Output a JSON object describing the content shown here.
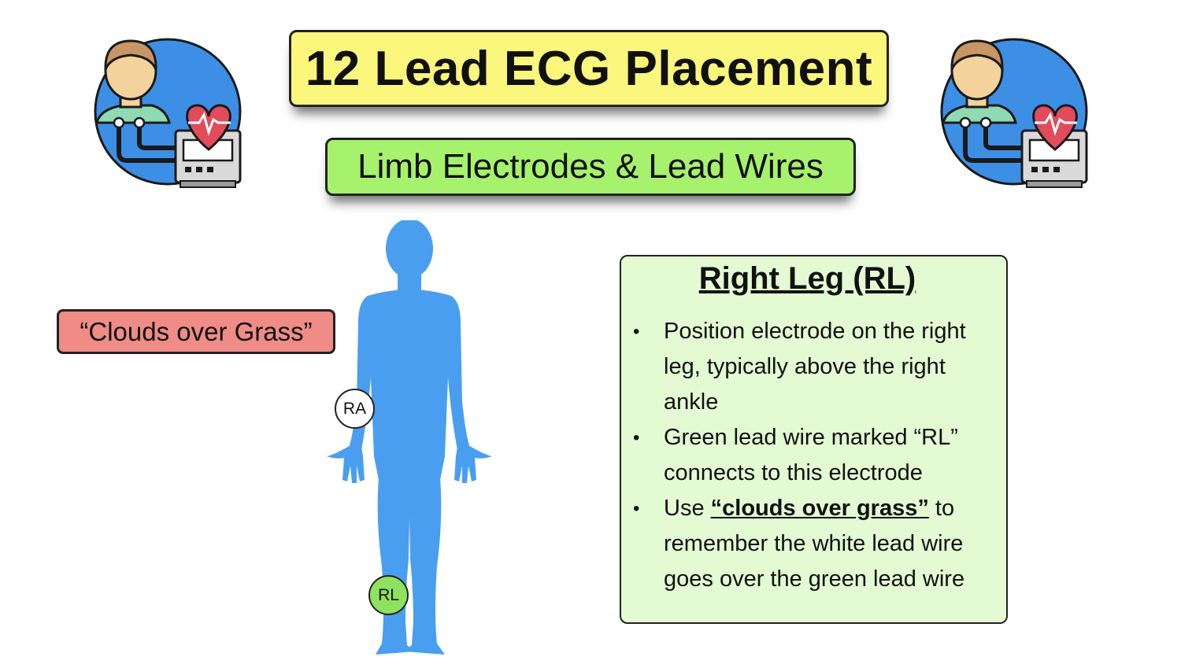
{
  "title": "12 Lead ECG Placement",
  "subtitle": "Limb Electrodes & Lead Wires",
  "mnemonic": "“Clouds over Grass”",
  "electrodes": {
    "ra": "RA",
    "rl": "RL"
  },
  "info": {
    "heading": "Right Leg (RL)",
    "bullets": [
      {
        "text": "Position electrode on the right leg, typically above the right ankle"
      },
      {
        "text": "Green lead wire marked “RL” connects to this electrode"
      },
      {
        "before": "Use ",
        "emphasis": "“clouds over grass”",
        "after": " to remember the white lead wire goes over the green lead wire"
      }
    ]
  },
  "icons": {
    "left": "patient-ecg-monitor-icon",
    "right": "patient-ecg-monitor-icon",
    "figure": "human-body-silhouette"
  },
  "colors": {
    "title_bg": "#fbf67c",
    "subtitle_bg": "#a7f26d",
    "mnemonic_bg": "#ef8c86",
    "info_bg": "#e3fad2",
    "body": "#4a9ef0",
    "rl_electrode": "#8fe25f"
  }
}
